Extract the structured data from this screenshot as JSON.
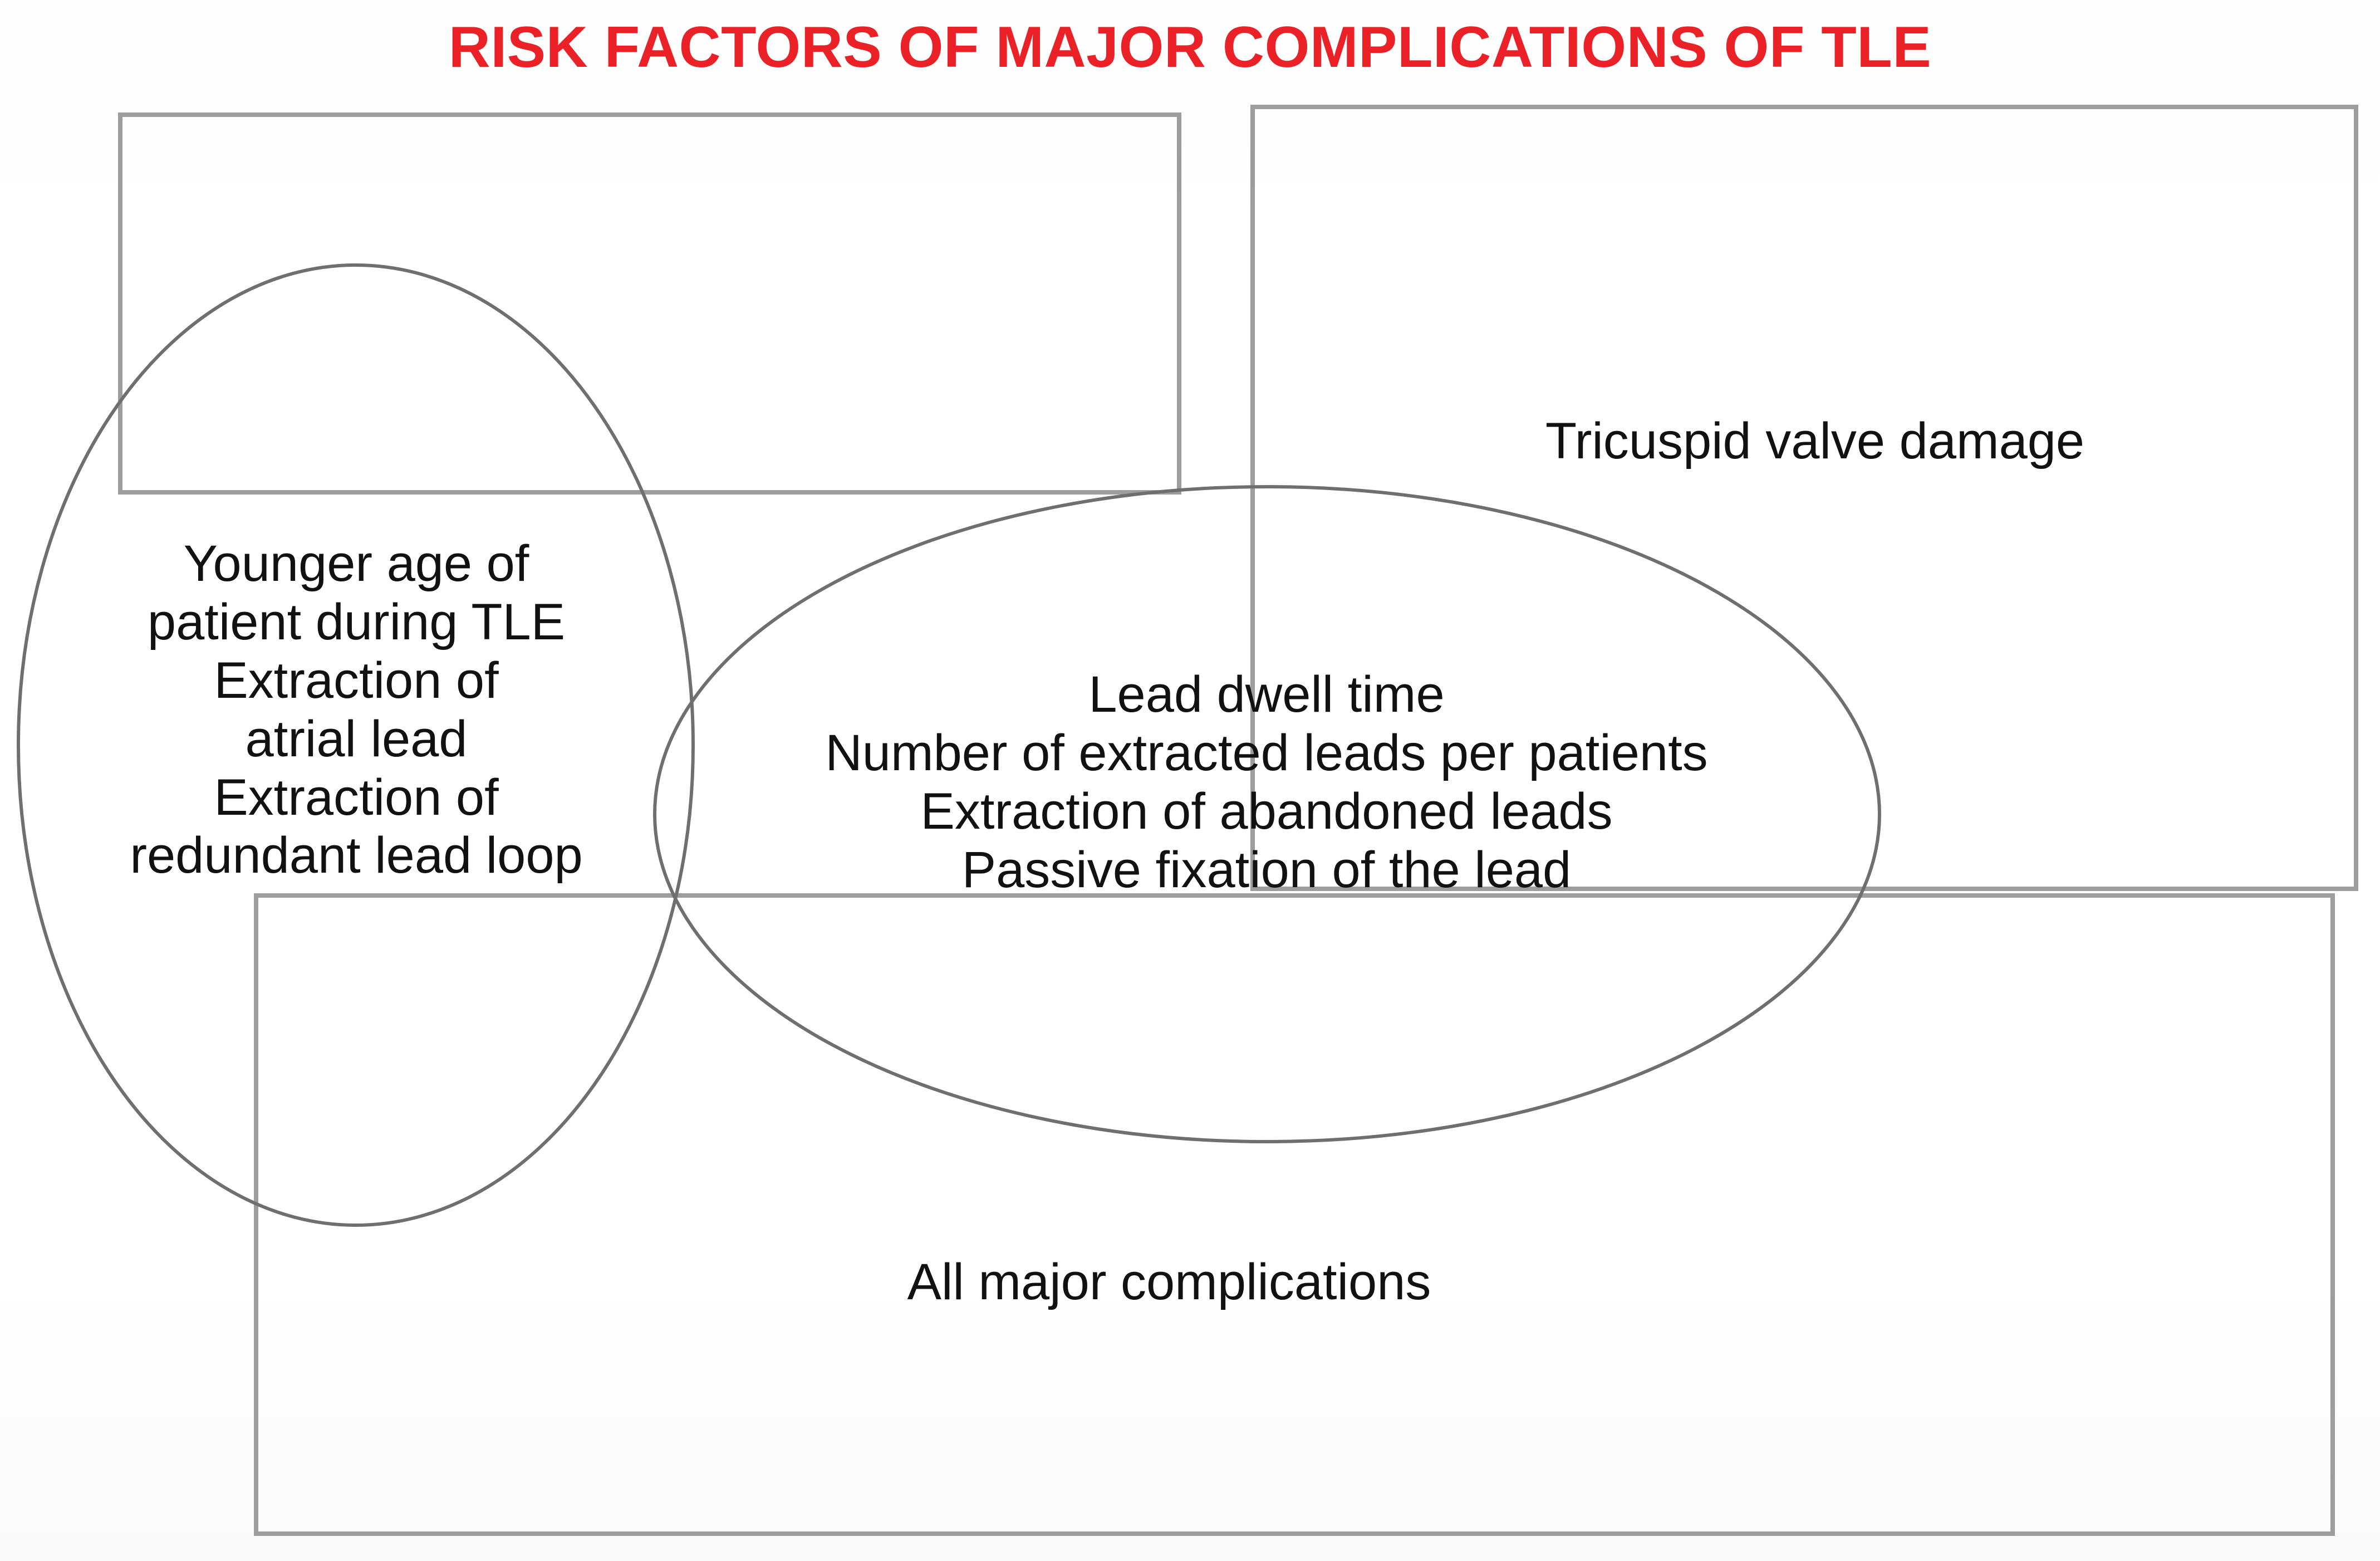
{
  "title": "RISK FACTORS OF MAJOR COMPLICATIONS OF TLE",
  "colors": {
    "title_red": "#EA2227",
    "shape_stroke_gray": "#9a9a9a",
    "ellipse_stroke_gray": "#6b6b6b",
    "text_black": "#111111",
    "background": "#ffffff"
  },
  "diagram": {
    "type": "venn-overlap",
    "left_ellipse": {
      "name": "younger-age-group",
      "text": "Younger age of\npatient during TLE\nExtraction of\natrial lead\nExtraction of\nredundant lead loop",
      "lines": [
        "Younger age of",
        "patient during TLE",
        "Extraction of",
        "atrial lead",
        "Extraction of",
        "redundant lead loop"
      ]
    },
    "center_ellipse": {
      "name": "shared-risk-factors",
      "text": "Lead dwell time\nNumber of extracted leads per patients\nExtraction of abandoned leads\nPassive fixation of the lead",
      "lines": [
        "Lead dwell time",
        "Number of extracted leads per patients",
        "Extraction of abandoned leads",
        "Passive fixation of the lead"
      ]
    },
    "top_right_rectangle": {
      "name": "tricuspid-valve-damage-box",
      "text": "Tricuspid valve damage"
    },
    "bottom_rectangle": {
      "name": "all-major-complications-box",
      "text": "All major complications"
    },
    "top_left_rectangle": {
      "name": "top-left-box",
      "text": ""
    }
  }
}
